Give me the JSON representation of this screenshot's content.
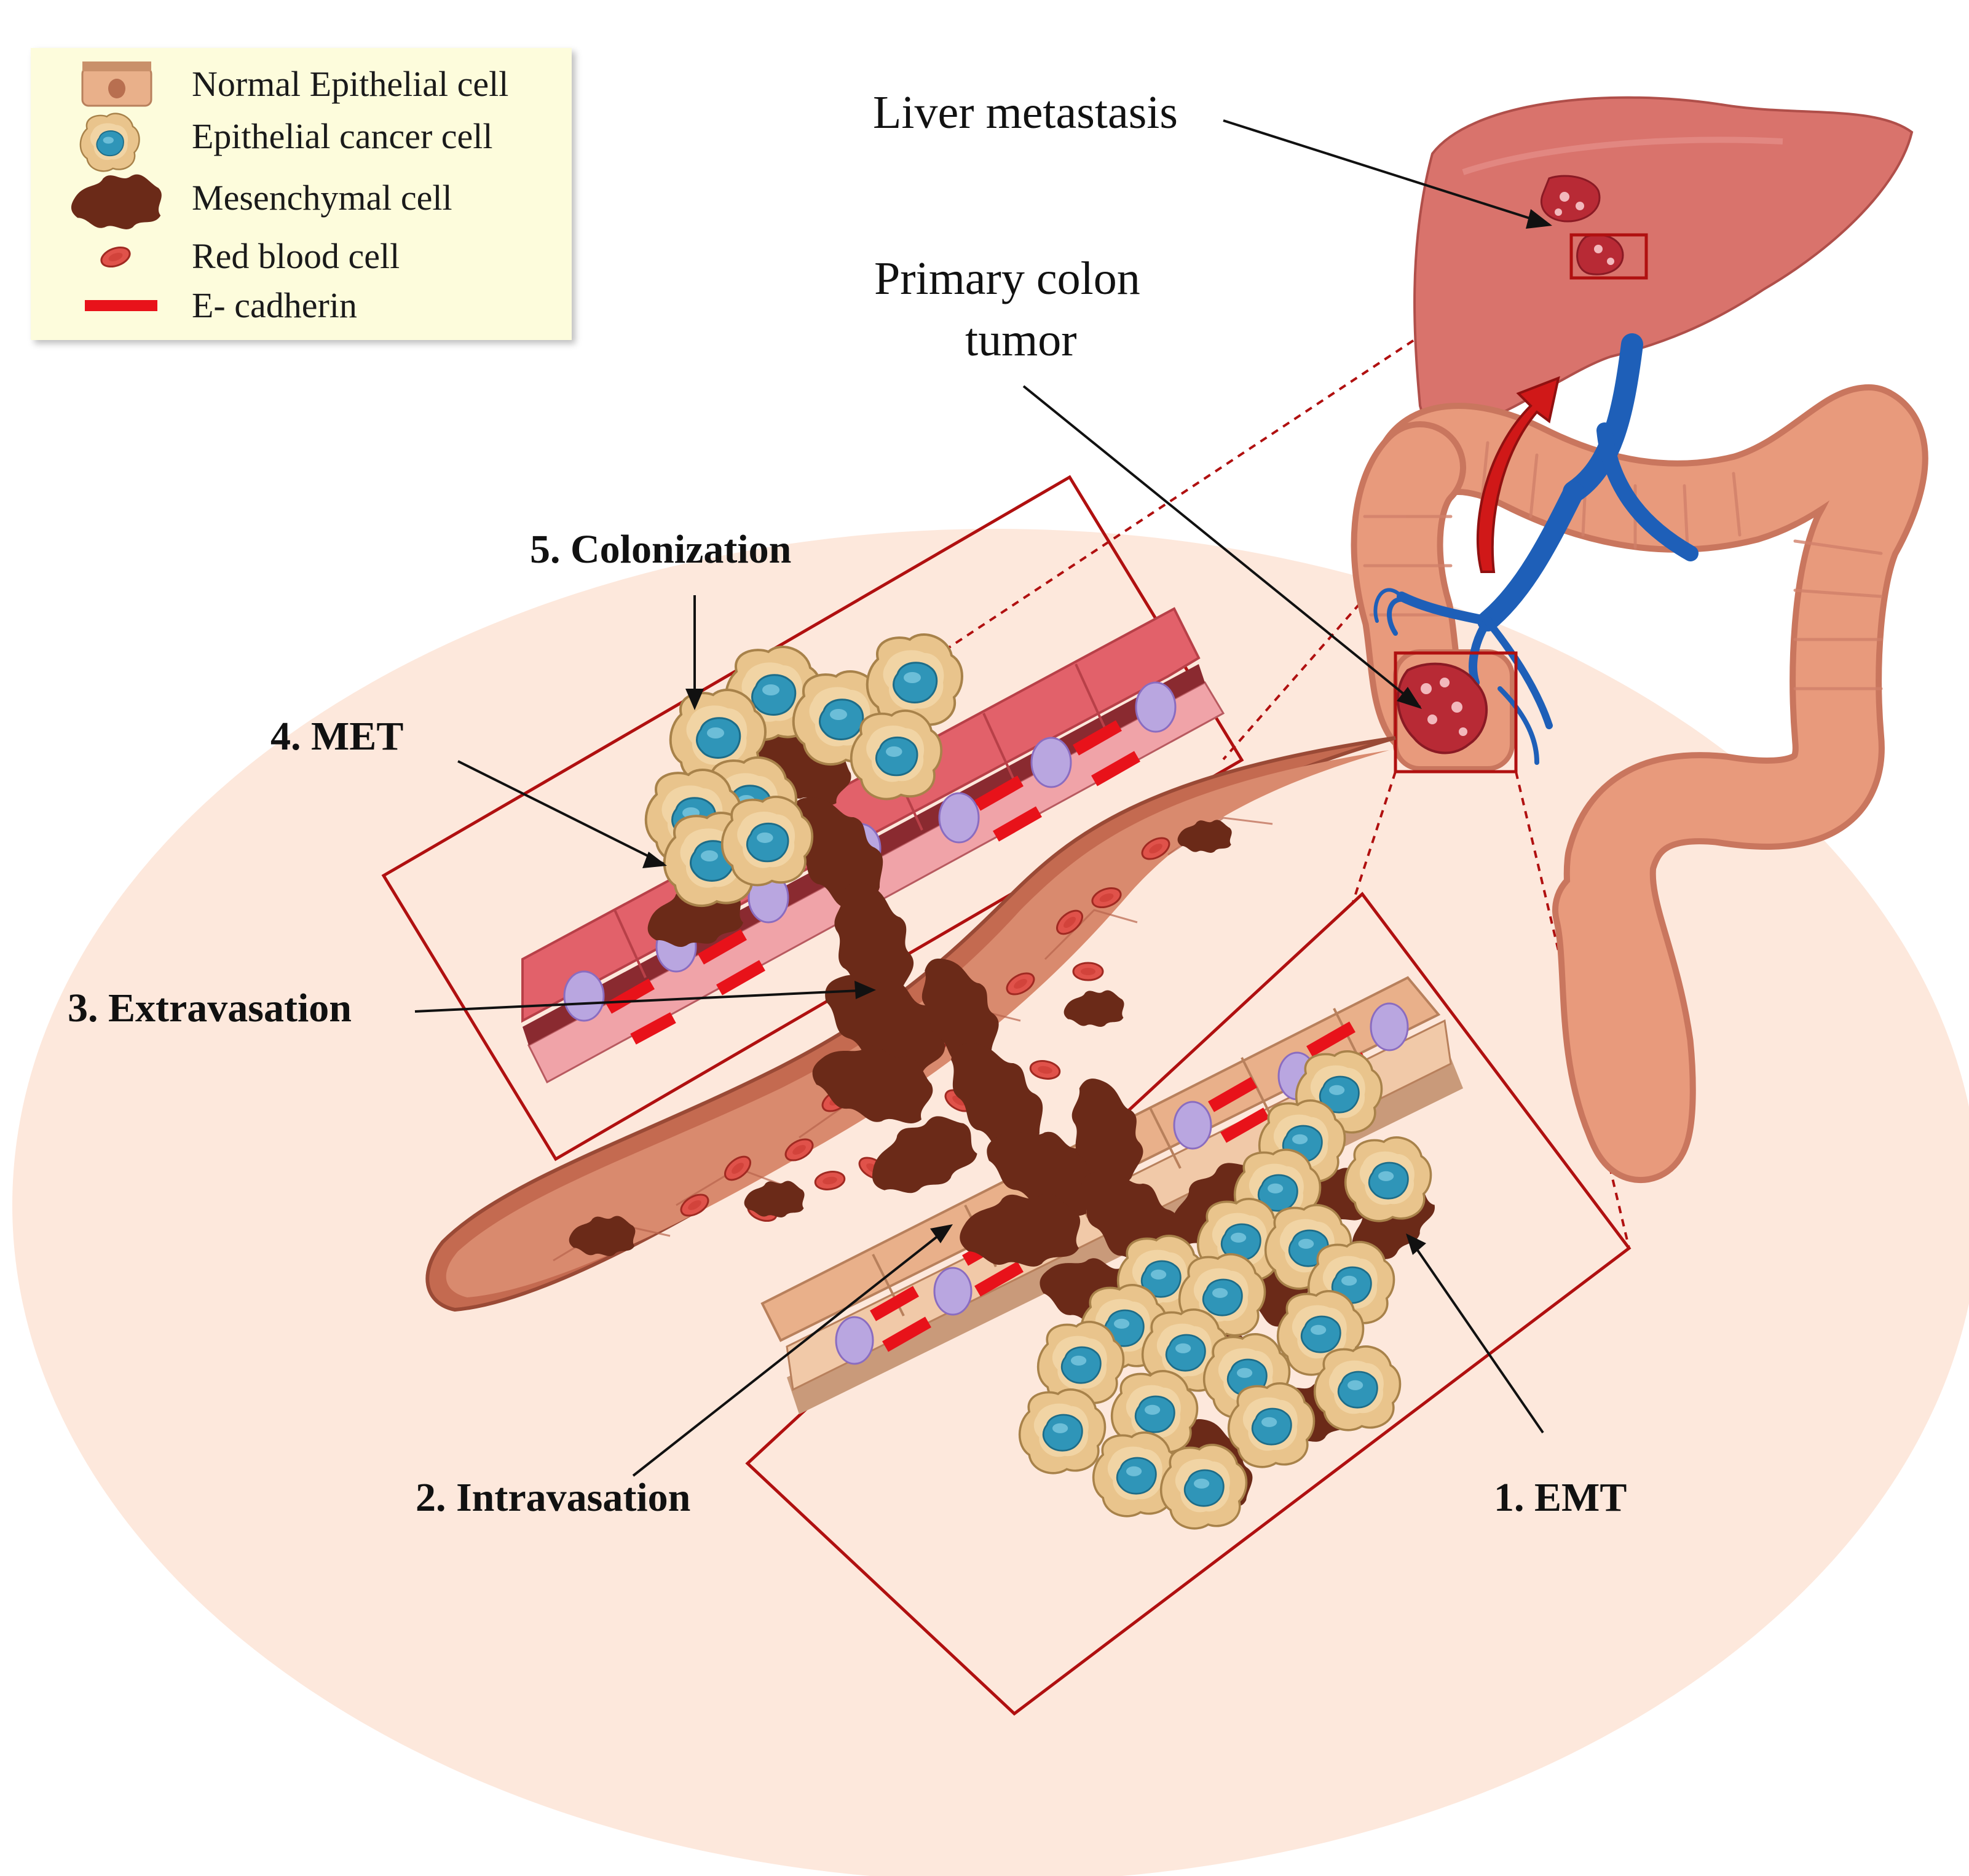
{
  "legend": {
    "items": [
      {
        "label": "Normal Epithelial cell",
        "icon": "normal-epithelial-cell-icon"
      },
      {
        "label": "Epithelial  cancer cell",
        "icon": "epithelial-cancer-cell-icon"
      },
      {
        "label": "Mesenchymal cell",
        "icon": "mesenchymal-cell-icon"
      },
      {
        "label": "Red blood cell",
        "icon": "red-blood-cell-icon"
      },
      {
        "label": "E- cadherin",
        "icon": "e-cadherin-icon"
      }
    ]
  },
  "labels": {
    "liver_metastasis": "Liver metastasis",
    "primary_tumor_line1": "Primary colon",
    "primary_tumor_line2": "tumor"
  },
  "steps": {
    "colonization": "5. Colonization",
    "met": "4. MET",
    "extravasation": "3. Extravasation",
    "intravasation": "2. Intravasation",
    "emt": "1. EMT"
  },
  "colors": {
    "background_oval": "#fde8dc",
    "frame": "#b01010",
    "e_cadherin": "#e8121a",
    "liver": "#d9736c",
    "colon": "#e89a7c",
    "vein": "#1e5fb8",
    "mesenchymal": "#6b2a18",
    "cancer_cell_body": "#e9c48c",
    "cancer_cell_nucleus": "#2f95b8",
    "normal_epithelium": "#e9b08a",
    "liver_epithelium": "#e2616a",
    "vessel": "#d9866a"
  }
}
